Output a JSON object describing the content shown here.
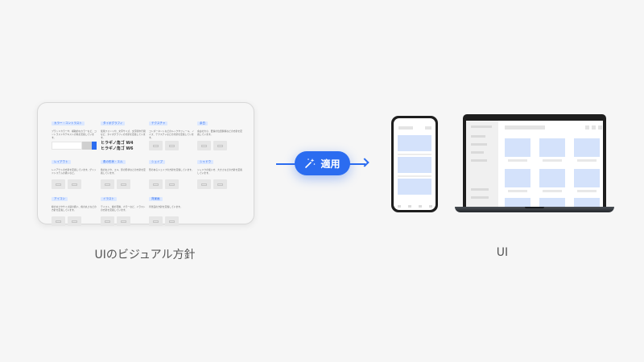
{
  "guideline": {
    "caption": "UIのビジュアル方針",
    "sections": [
      {
        "label": "カラー・コントラスト",
        "description": "ブランドカラーや、補助的なカラーなど、コントラストやテキストの色を定義しています。",
        "kind": "color"
      },
      {
        "label": "タイポグラフィ",
        "description": "使用フォントや、文字サイズ、文字間や行間など、タイポグラフィの方針を定義しています。",
        "kind": "type",
        "samples": [
          "ヒラギノ角ゴ W4",
          "ヒラギノ角ゴ W6"
        ]
      },
      {
        "label": "テクスチャ",
        "description": "コンポーネントなどのルックやフィール、ノイズ、テクスチャなどの方針を定義しています。",
        "kind": "thumbs"
      },
      {
        "label": "余白",
        "description": "余白の大小、要素の位置関係などの方針を定義しています。",
        "kind": "thumbs"
      },
      {
        "label": "レイアウト",
        "description": "レイアウトの方針を定義しています。グリッドシステムの扱いなど。",
        "kind": "thumbs"
      },
      {
        "label": "角の形状・エル",
        "description": "角の丸さや、エル、影の形状などの方針を定義しています。",
        "kind": "thumbs"
      },
      {
        "label": "シェイプ",
        "description": "形のあるシェイプの方針を定義しています。",
        "kind": "thumbs"
      },
      {
        "label": "シャドウ",
        "description": "シャドウの使い方、大きさなどの方針を定義しています。",
        "kind": "thumbs"
      },
      {
        "label": "アイコン",
        "description": "線の太さやサイズ感の扱い、角の丸さなどの方針を定義しています。",
        "kind": "thumbs"
      },
      {
        "label": "イラスト",
        "description": "テイスト、線の有無、カラーなど、イラストの方針を定義しています。",
        "kind": "thumbs"
      },
      {
        "label": "背景画",
        "description": "背景画の方針を定義しています。",
        "kind": "thumbs"
      }
    ]
  },
  "apply_button": {
    "label": "適用",
    "icon": "magic-wand-icon"
  },
  "result": {
    "caption": "UI"
  },
  "colors": {
    "accent": "#2b6cf0",
    "label_bg": "#dce8ff",
    "placeholder_blue": "#d4e2fb",
    "background": "#f6f6f6"
  }
}
